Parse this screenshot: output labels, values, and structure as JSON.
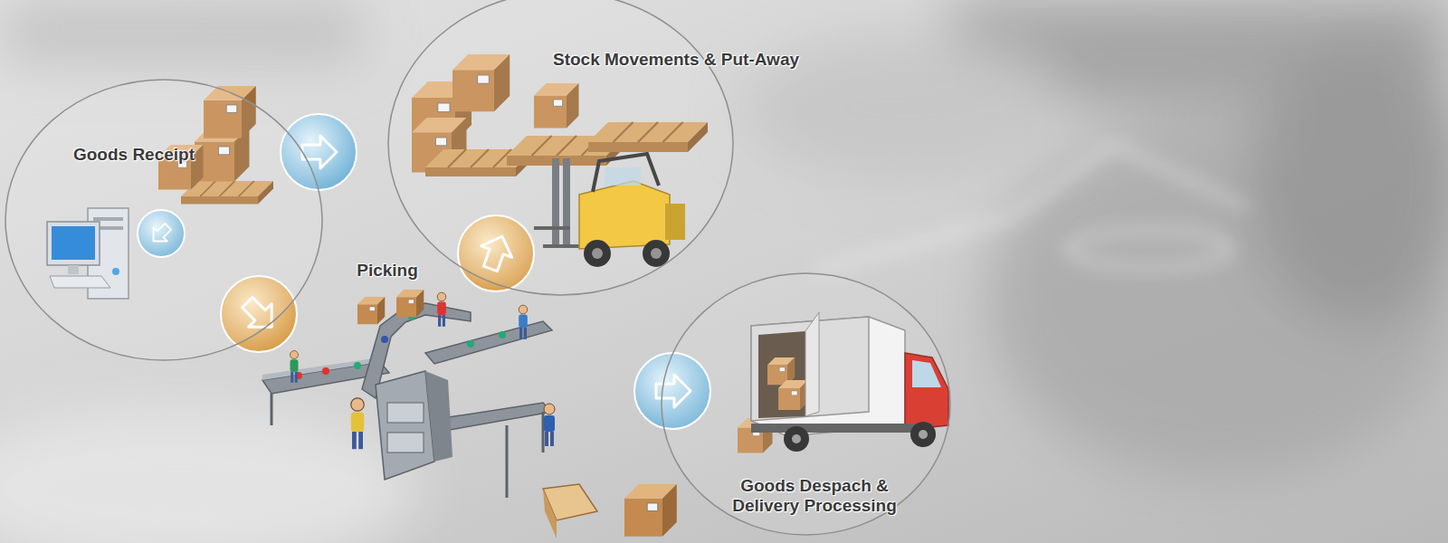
{
  "diagram": {
    "nodes": [
      {
        "text": [
          "Goods Receipt"
        ]
      },
      {
        "text": [
          "Stock Movements & Put-Away"
        ]
      },
      {
        "text": [
          "Goods Despach & Delivery Processing"
        ]
      }
    ],
    "labels": [
      "Picking"
    ]
  }
}
